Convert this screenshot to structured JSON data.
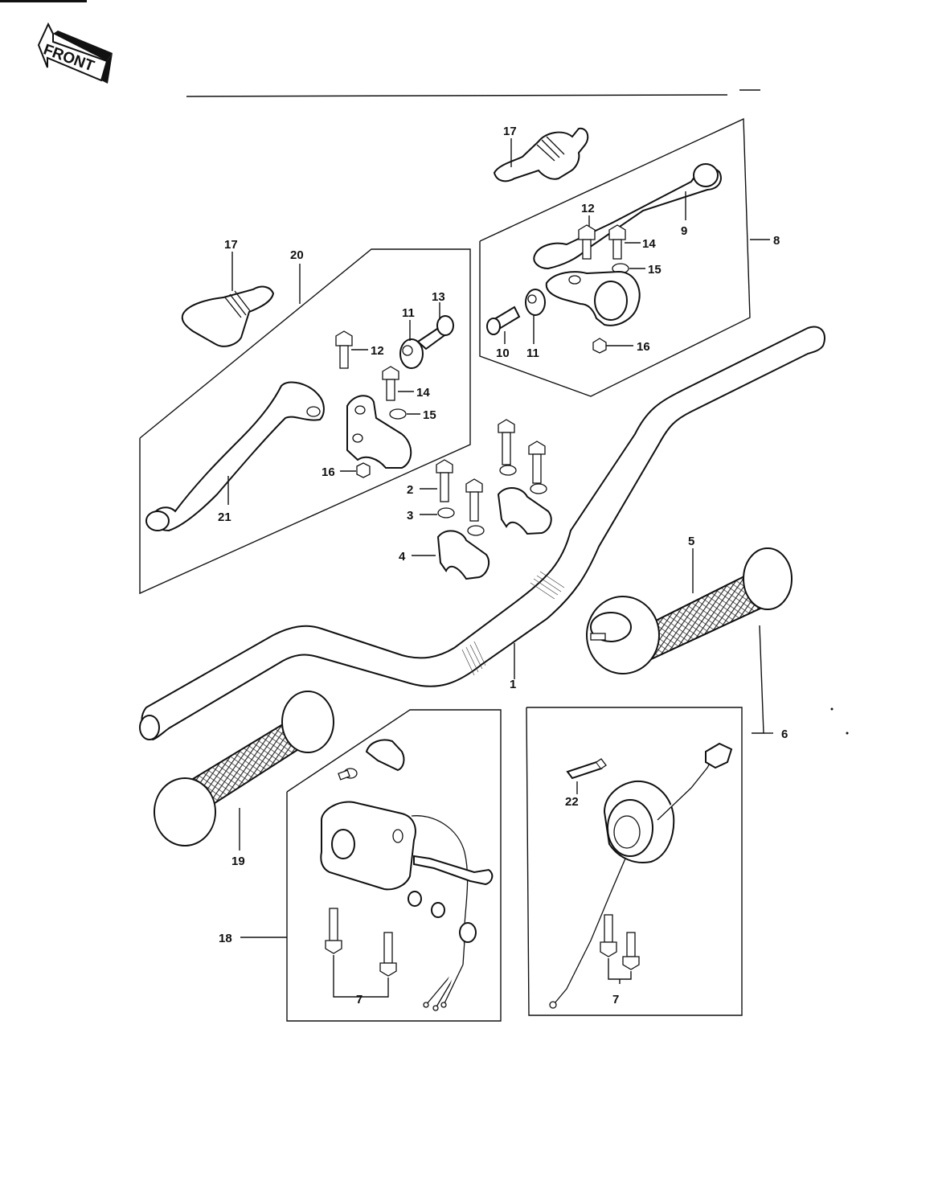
{
  "front_label": "FRONT",
  "callouts": {
    "c1": "1",
    "c2": "2",
    "c3": "3",
    "c4": "4",
    "c5": "5",
    "c6": "6",
    "c7a": "7",
    "c7b": "7",
    "c8": "8",
    "c9": "9",
    "c10": "10",
    "c11a": "11",
    "c11b": "11",
    "c12a": "12",
    "c12b": "12",
    "c13": "13",
    "c14a": "14",
    "c14b": "14",
    "c15a": "15",
    "c15b": "15",
    "c16a": "16",
    "c16b": "16",
    "c17a": "17",
    "c17b": "17",
    "c18": "18",
    "c19": "19",
    "c20": "20",
    "c21": "21",
    "c22": "22"
  },
  "colors": {
    "ink": "#111111",
    "paper": "#ffffff"
  }
}
